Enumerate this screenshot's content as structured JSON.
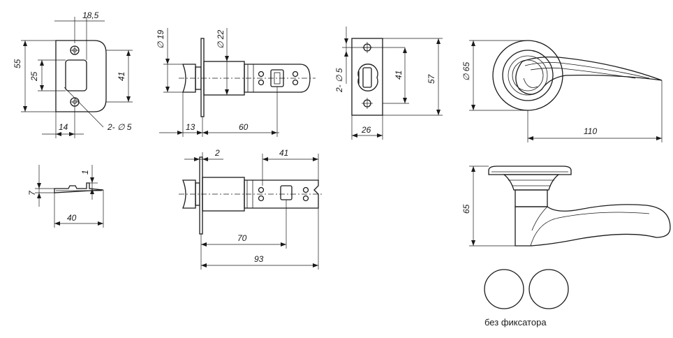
{
  "strike_plate": {
    "dims": {
      "top_offset": "18,5",
      "height_total": "55",
      "opening": "25",
      "height_inner": "41",
      "width": "14",
      "holes": "2- ∅ 5"
    }
  },
  "latch_side": {
    "dims": {
      "bolt_dia": "∅ 19",
      "flange_dia": "∅ 22",
      "depth": "13",
      "backset": "60"
    }
  },
  "face_plate": {
    "dims": {
      "holes": "2- ∅ 5",
      "inner": "41",
      "height": "57",
      "width": "26"
    }
  },
  "handle_front": {
    "dims": {
      "rose_dia": "∅ 65",
      "length": "110"
    }
  },
  "strike_side": {
    "dims": {
      "thickness": "7",
      "lip": "1",
      "length": "40"
    }
  },
  "latch_long": {
    "dims": {
      "flange": "2",
      "short_backset": "41",
      "backset": "70",
      "length": "93"
    }
  },
  "handle_side": {
    "dims": {
      "height": "65"
    }
  },
  "caption": "без фиксатора"
}
